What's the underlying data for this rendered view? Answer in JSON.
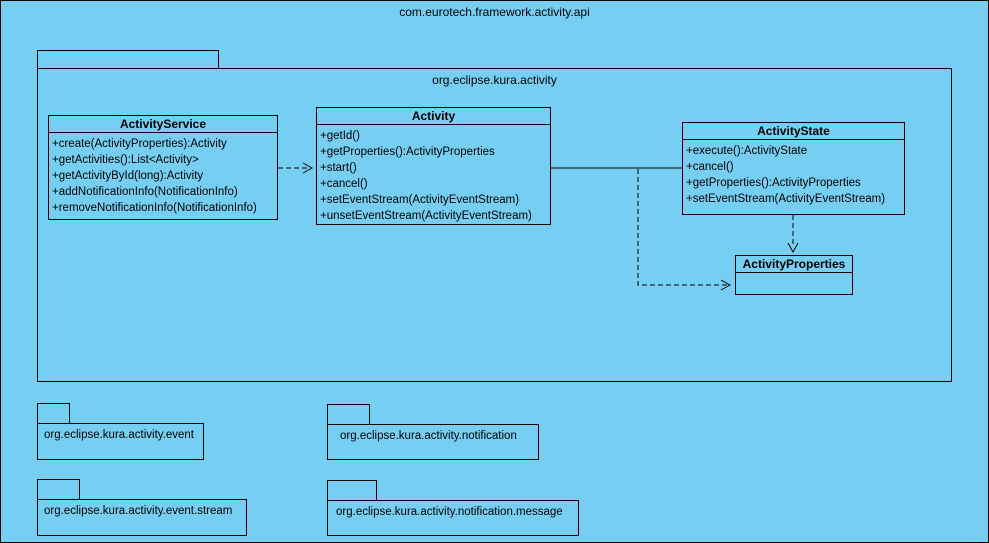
{
  "diagram": {
    "outer_package_title": "com.eurotech.framework.activity.api",
    "main_package": {
      "title": "org.eclipse.kura.activity"
    },
    "classes": {
      "activity_service": {
        "name": "ActivityService",
        "methods": [
          "+create(ActivityProperties):Activity",
          "+getActivities():List<Activity>",
          "+getActivityById(long):Activity",
          "+addNotificationInfo(NotificationInfo)",
          "+removeNotificationInfo(NotificationInfo)"
        ]
      },
      "activity": {
        "name": "Activity",
        "methods": [
          "+getId()",
          "+getProperties():ActivityProperties",
          "+start()",
          "+cancel()",
          "+setEventStream(ActivityEventStream)",
          "+unsetEventStream(ActivityEventStream)"
        ]
      },
      "activity_state": {
        "name": "ActivityState",
        "methods": [
          "+execute():ActivityState",
          "+cancel()",
          "+getProperties():ActivityProperties",
          "+setEventStream(ActivityEventStream)"
        ]
      },
      "activity_properties": {
        "name": "ActivityProperties",
        "methods": []
      }
    },
    "sub_packages": [
      {
        "label": "org.eclipse.kura.activity.event"
      },
      {
        "label": "org.eclipse.kura.activity.notification"
      },
      {
        "label": "org.eclipse.kura.activity.event.stream"
      },
      {
        "label": "org.eclipse.kura.activity.notification.message"
      }
    ],
    "relationships": [
      {
        "from": "ActivityService",
        "to": "Activity",
        "style": "dashed-open-arrow"
      },
      {
        "from": "Activity",
        "to": "ActivityState",
        "style": "solid-line"
      },
      {
        "from": "Activity",
        "to": "ActivityProperties",
        "style": "dashed-open-arrow"
      },
      {
        "from": "ActivityState",
        "to": "ActivityProperties",
        "style": "dashed-open-arrow"
      }
    ],
    "colors": {
      "background": "#76CFF2",
      "stroke": "#000000",
      "text": "#000000"
    }
  }
}
